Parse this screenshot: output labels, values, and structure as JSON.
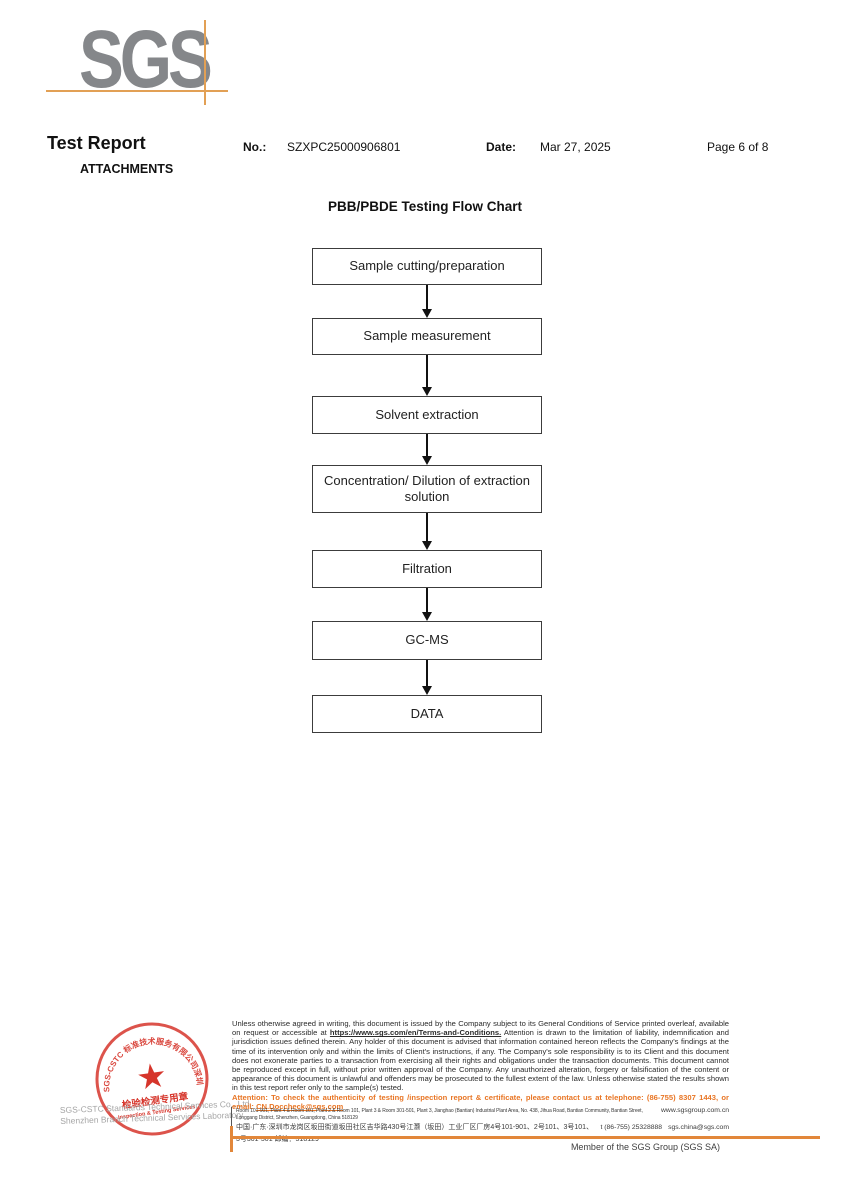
{
  "logo": {
    "text": "SGS"
  },
  "header": {
    "title": "Test Report",
    "attachments_label": "ATTACHMENTS",
    "no_label": "No.:",
    "no_value": "SZXPC25000906801",
    "date_label": "Date:",
    "date_value": "Mar 27, 2025",
    "page_label": "Page 6 of 8"
  },
  "flowchart": {
    "title": "PBB/PBDE Testing Flow Chart",
    "steps": [
      "Sample cutting/preparation",
      "Sample measurement",
      "Solvent extraction",
      "Concentration/ Dilution of extraction solution",
      "Filtration",
      "GC-MS",
      "DATA"
    ]
  },
  "stamp": {
    "arc_text": "SGS-CSTC 标准技术服务有限公司深圳分公司",
    "star_icon": "★",
    "seal_cn": "检验检测专用章",
    "seal_en": "Inspection & Testing Services"
  },
  "footer": {
    "company_line1": "SGS-CSTC Standards Technical Services Co., Ltd.",
    "company_line2": "Shenzhen Branch Technical Services Laboratory",
    "legal_part1": "Unless otherwise agreed in writing, this document is issued by the Company subject to its General Conditions of Service printed overleaf, available on request or accessible at ",
    "legal_link": "https://www.sgs.com/en/Terms-and-Conditions.",
    "legal_part2": " Attention is drawn to the limitation of liability, indemnification and jurisdiction issues defined therein. Any holder of this document is advised that information contained hereon reflects the Company's findings at the time of its intervention only and within the limits of Client's instructions, if any. The Company's sole responsibility is to its Client and this document does not exonerate parties to a transaction from exercising all their rights and obligations under the transaction documents. This document cannot be reproduced except in full, without prior written approval of the Company. Any unauthorized alteration, forgery or falsification of the content or appearance of this document is unlawful and offenders may be prosecuted to the fullest extent of the law. Unless otherwise stated the results shown in this test report refer only to the sample(s) tested.",
    "attention_text": "Attention: To check the authenticity of testing /inspection report & certificate, please contact us at telephone: (86-755) 8307 1443, or email: ",
    "attention_email": "CN.Doccheck@sgs.com",
    "address_en": "Room 101-901, Plant 4 & Room 101, Plant 2 & Room 101, Plant 3 & Room 301-501, Plant 3, Jianghao (Bantian) Industrial Plant Area, No. 438, Jihua Road, Bantian Community, Bantian Street, Longgang District, Shenzhen, Guangdong, China 518129",
    "website": "www.sgsgroup.com.cn",
    "address_cn": "中国·广东·深圳市龙岗区坂田街道坂田社区吉华路430号江灏（坂田）工业厂区厂房4号101-901、2号101、3号101、3号301-501 邮编：518129",
    "phone": "t (86-755) 25328888",
    "email": "sgs.china@sgs.com",
    "member_text": "Member of the SGS Group (SGS SA)"
  },
  "colors": {
    "accent_orange": "#e2a055",
    "footer_orange": "#e2873a",
    "attention_orange": "#e87524",
    "stamp_red": "#d6352b",
    "logo_gray": "#85878a"
  }
}
